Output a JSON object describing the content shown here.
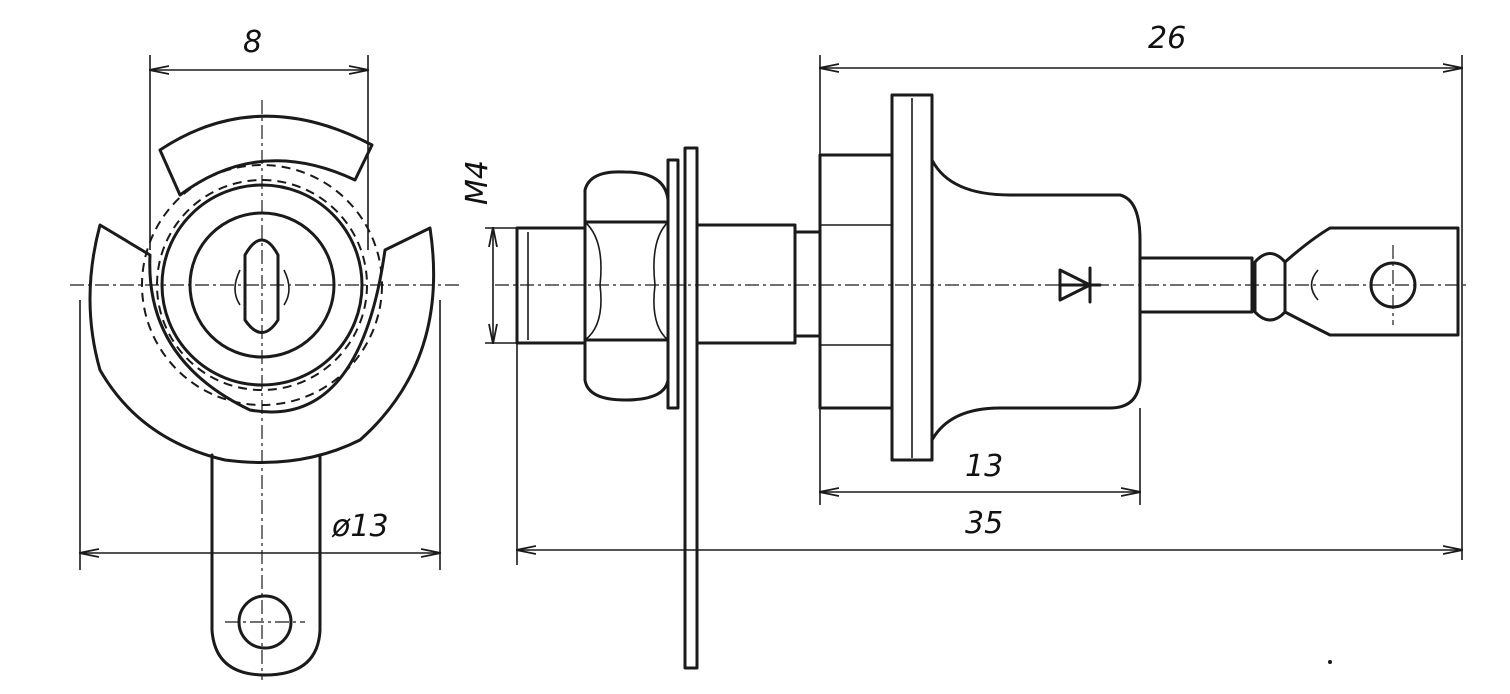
{
  "drawing": {
    "front_view": {
      "dim_top": "8",
      "dim_diameter": "ø13"
    },
    "side_view": {
      "dim_thread": "M4",
      "dim_overall_top": "26",
      "dim_body": "13",
      "dim_overall_bottom": "35"
    }
  }
}
